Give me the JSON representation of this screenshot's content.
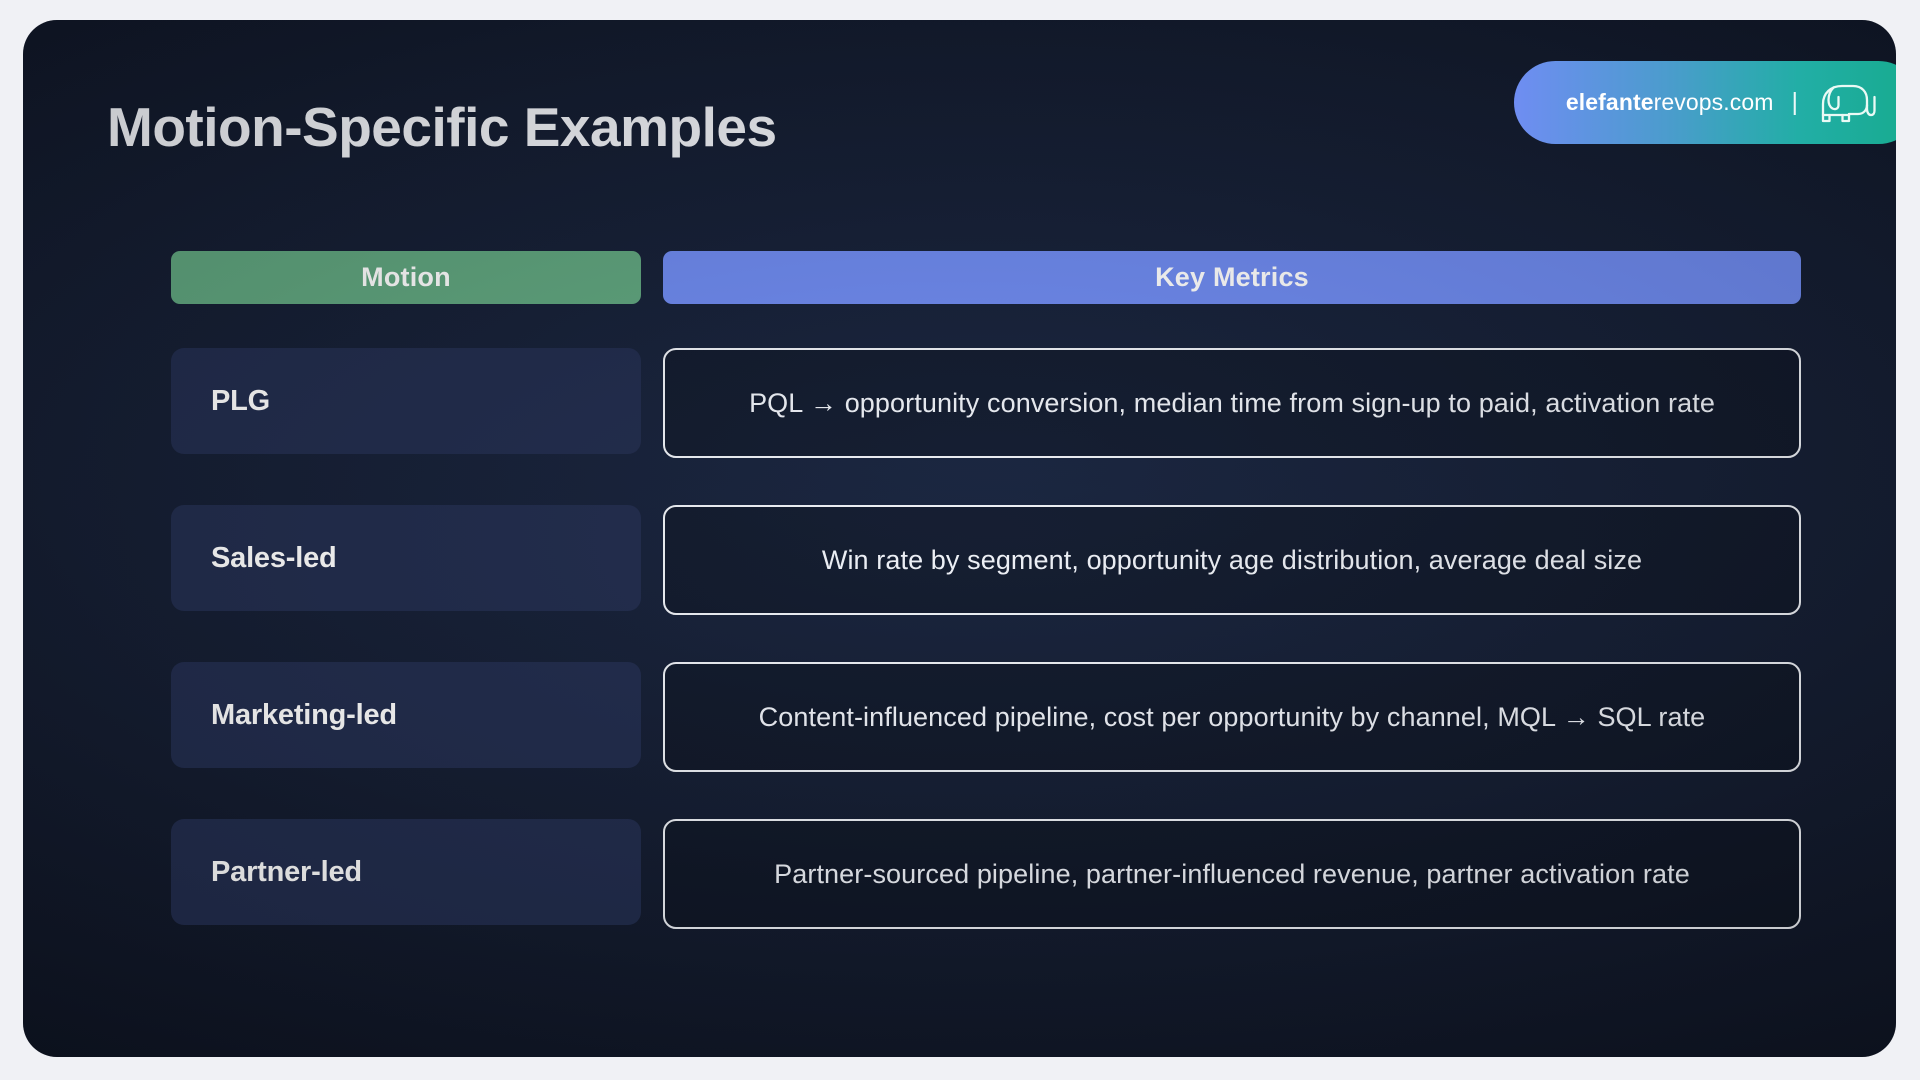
{
  "slide": {
    "title": "Motion-Specific Examples"
  },
  "brand": {
    "name_bold": "elefante",
    "name_rest": "revops.com",
    "separator": "|",
    "icon": "elephant-icon",
    "gradient_start": "#6f8df2",
    "gradient_end": "#17ab8e"
  },
  "table": {
    "headers": {
      "motion": "Motion",
      "metrics": "Key Metrics"
    },
    "header_colors": {
      "motion": "#5fa57e",
      "metrics": "#6e8af0"
    },
    "rows": [
      {
        "motion": "PLG",
        "metrics": "PQL → opportunity conversion, median time from sign-up to paid, activation rate"
      },
      {
        "motion": "Sales-led",
        "metrics": "Win rate by segment, opportunity age distribution, average deal size"
      },
      {
        "motion": "Marketing-led",
        "metrics": "Content-influenced pipeline, cost per opportunity by channel, MQL → SQL rate"
      },
      {
        "motion": "Partner-led",
        "metrics": "Partner-sourced pipeline, partner-influenced revenue, partner activation rate"
      }
    ]
  },
  "theme": {
    "page_background": "#f0f1f5",
    "card_background": "#131c31",
    "motion_cell_background": "#202b4c",
    "metrics_border": "#eef1f6",
    "text_primary": "#ffffff"
  }
}
